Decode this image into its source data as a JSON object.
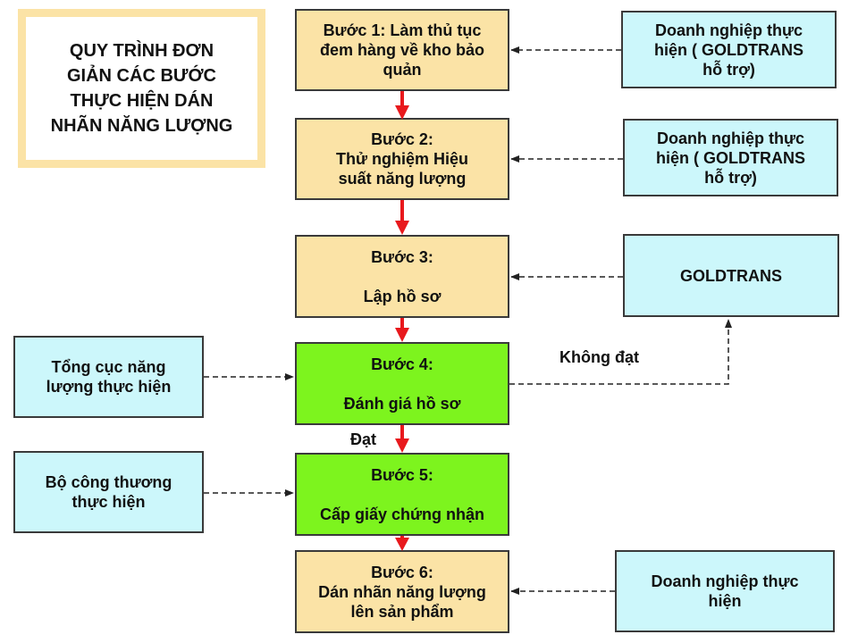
{
  "title": "QUY TRÌNH ĐƠN\nGIẢN CÁC BƯỚC\nTHỰC HIỆN DÁN\nNHÃN NĂNG LƯỢNG",
  "steps": [
    {
      "text": "Bước 1: Làm thủ tục\nđem hàng về kho bảo\nquản"
    },
    {
      "text": "Bước 2:\nThử nghiệm Hiệu\nsuất năng lượng"
    },
    {
      "text": "Bước 3:\n\nLập hồ sơ"
    },
    {
      "text": "Bước 4:\n\nĐánh giá hồ sơ"
    },
    {
      "text": "Bước 5:\n\nCấp giấy chứng nhận"
    },
    {
      "text": "Bước 6:\nDán nhãn năng lượng\nlên sản phẩm"
    }
  ],
  "actors": {
    "right_1": "Doanh nghiệp thực\nhiện ( GOLDTRANS\nhỗ trợ)",
    "right_2": "Doanh nghiệp thực\nhiện ( GOLDTRANS\nhỗ trợ)",
    "right_3": "GOLDTRANS",
    "right_6": "Doanh nghiệp thực\nhiện",
    "left_4": "Tổng cục năng\nlượng thực hiện",
    "left_5": "Bộ công thương\nthực hiện"
  },
  "labels": {
    "fail": "Không đạt",
    "pass": "Đạt"
  },
  "colors": {
    "step_fill": "#fbe3a6",
    "step_highlight_fill": "#7df41e",
    "actor_fill": "#ccf7fb",
    "flow_arrow": "#e8191d",
    "connector": "#222222"
  }
}
